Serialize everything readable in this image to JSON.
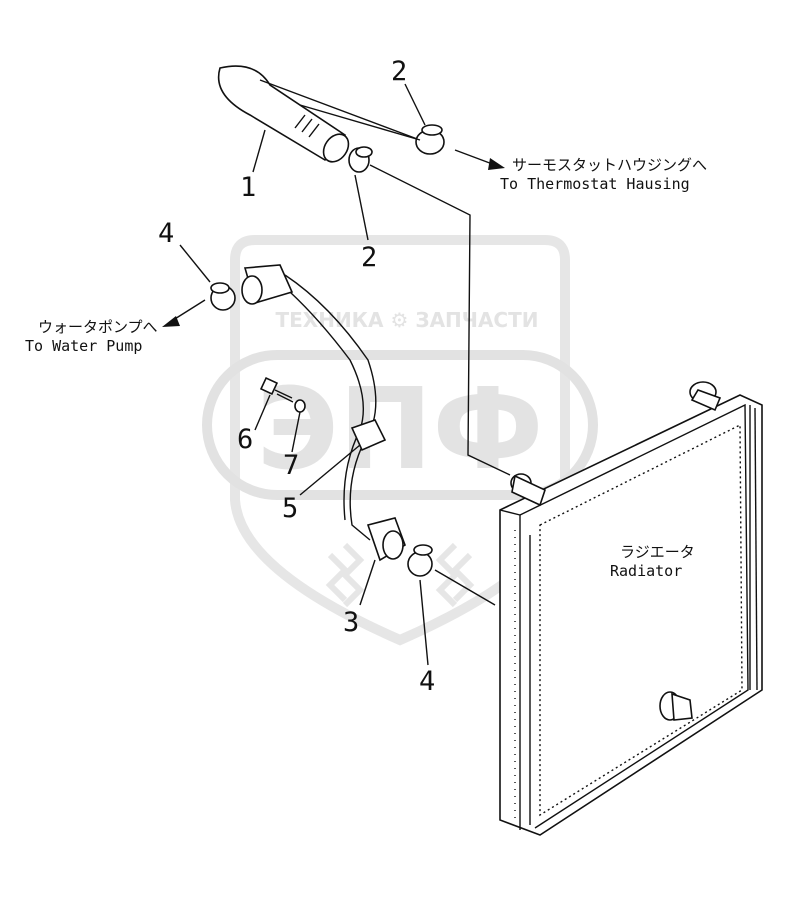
{
  "watermark": {
    "top_line": "ТЕХНИКА ⚙ ЗАПЧАСТИ",
    "logo": "ЭПФ"
  },
  "labels": {
    "to_thermostat_jp": "サーモスタットハウジングへ",
    "to_thermostat_en": "To Thermostat Hausing",
    "to_water_pump_jp": "ウォータポンプへ",
    "to_water_pump_en": "To Water Pump",
    "radiator_jp": "ラジエータ",
    "radiator_en": "Radiator"
  },
  "callouts": [
    {
      "id": "callout-1",
      "text": "1"
    },
    {
      "id": "callout-2a",
      "text": "2"
    },
    {
      "id": "callout-2b",
      "text": "2"
    },
    {
      "id": "callout-3",
      "text": "3"
    },
    {
      "id": "callout-4a",
      "text": "4"
    },
    {
      "id": "callout-4b",
      "text": "4"
    },
    {
      "id": "callout-5",
      "text": "5"
    },
    {
      "id": "callout-6",
      "text": "6"
    },
    {
      "id": "callout-7",
      "text": "7"
    }
  ],
  "colors": {
    "ink": "#111111",
    "watermark": "#e3e3e3",
    "background": "#ffffff"
  }
}
